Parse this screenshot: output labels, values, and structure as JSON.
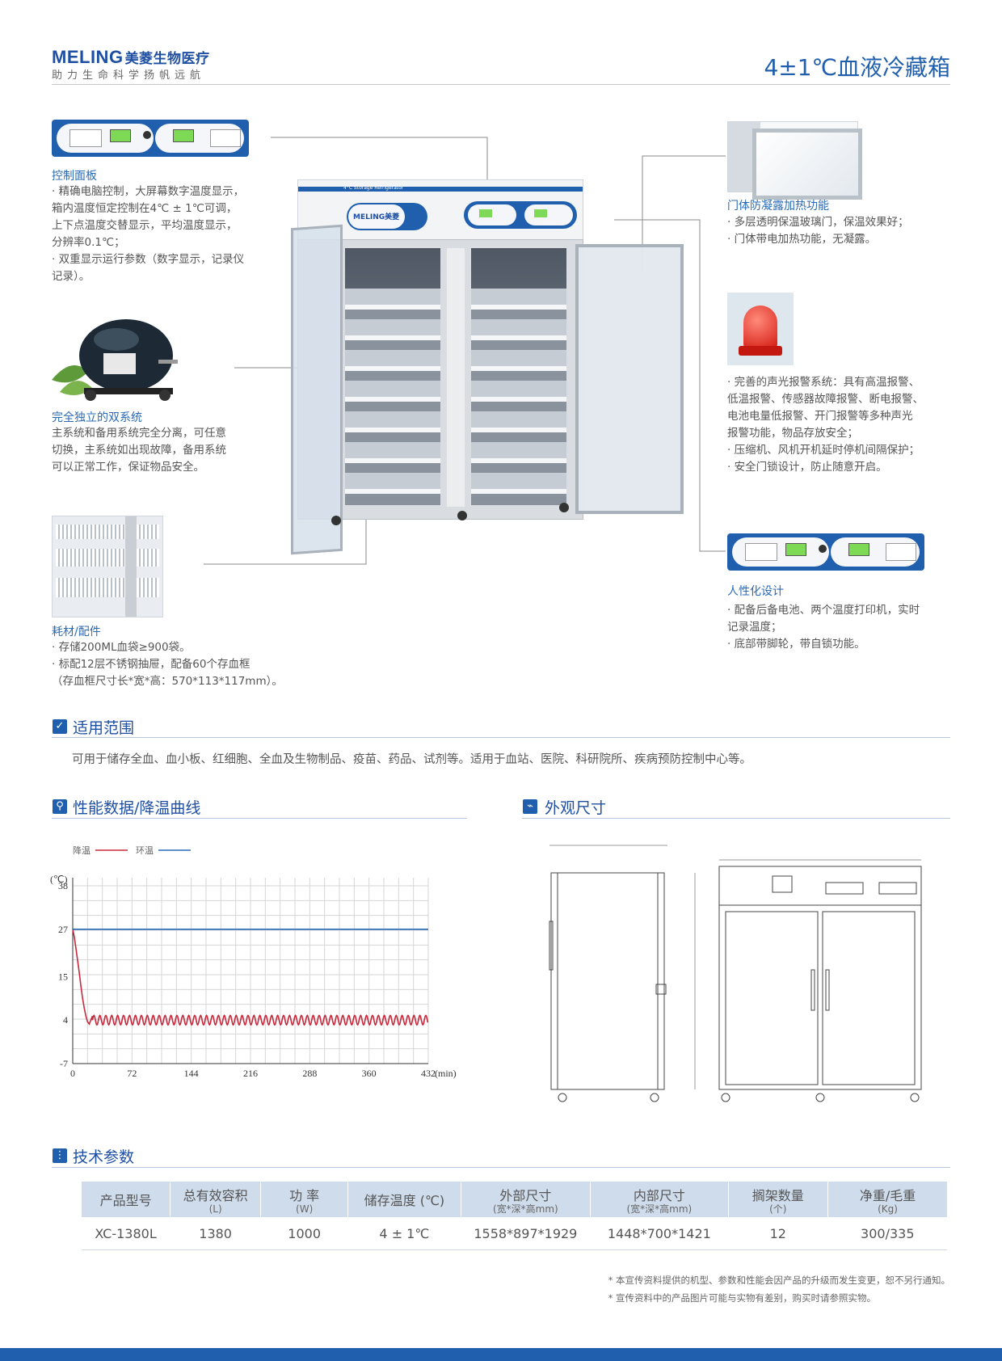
{
  "header": {
    "brand_latin": "MELING",
    "brand_cn": "美菱生物医疗",
    "slogan": "助力生命科学扬帆远航",
    "page_title": "4±1℃血液冷藏箱"
  },
  "product_labels": {
    "fridge_band": "4°C Storage Refrigerator",
    "fridge_logo": "MELING美菱"
  },
  "features": {
    "control_panel": {
      "title": "控制面板",
      "lines": [
        "· 精确电脑控制，大屏幕数字温度显示，",
        "  箱内温度恒定控制在4℃ ± 1℃可调，",
        "  上下点温度交替显示，平均温度显示，",
        "  分辨率0.1℃；",
        "· 双重显示运行参数（数字显示，记录仪",
        "  记录）。"
      ]
    },
    "dual_system": {
      "title": "完全独立的双系统",
      "lines": [
        "主系统和备用系统完全分离，可任意",
        "切换，主系统如出现故障，备用系统",
        "可以正常工作，保证物品安全。"
      ]
    },
    "consumables": {
      "title": "耗材/配件",
      "lines": [
        "· 存储200ML血袋≥900袋。",
        "· 标配12层不锈钢抽屉，配备60个存血框",
        "（存血框尺寸长*宽*高：570*113*117mm）。"
      ]
    },
    "door_heating": {
      "title": "门体防凝露加热功能",
      "lines": [
        "· 多层透明保温玻璃门，保温效果好；",
        "· 门体带电加热功能，无凝露。"
      ]
    },
    "alarm": {
      "lines": [
        "· 完善的声光报警系统：具有高温报警、",
        "  低温报警、传感器故障报警、断电报警、",
        "  电池电量低报警、开门报警等多种声光",
        "  报警功能，物品存放安全；",
        "· 压缩机、风机开机延时停机间隔保护；",
        "· 安全门锁设计，防止随意开启。"
      ]
    },
    "humanized": {
      "title": "人性化设计",
      "lines": [
        "· 配备后备电池、两个温度打印机，实时",
        "  记录温度；",
        "· 底部带脚轮，带自锁功能。"
      ]
    }
  },
  "scope": {
    "title": "适用范围",
    "text": "可用于储存全血、血小板、红细胞、全血及生物制品、疫苗、药品、试剂等。适用于血站、医院、科研院所、疾病预防控制中心等。"
  },
  "performance": {
    "title": "性能数据/降温曲线",
    "legend_cool": "降温",
    "legend_ambient": "环温"
  },
  "dimensions": {
    "title": "外观尺寸"
  },
  "chart_data": {
    "type": "line",
    "ylabel": "(℃)",
    "xunit": "(min)",
    "xlim": [
      0,
      432
    ],
    "ylim": [
      -7,
      38
    ],
    "x_ticks": [
      0,
      72,
      144,
      216,
      288,
      360,
      432
    ],
    "y_ticks": [
      -7,
      4,
      15,
      27,
      38
    ],
    "grid": true,
    "legend_position": "top-left",
    "series": [
      {
        "name": "降温",
        "color": "#c8283c",
        "x": [
          0,
          2,
          4,
          6,
          8,
          10,
          12,
          14,
          16,
          18,
          20,
          22,
          24,
          26,
          30,
          40,
          432
        ],
        "y": [
          27,
          25,
          22,
          19,
          16,
          12.5,
          9.5,
          7,
          5,
          3.6,
          3,
          4,
          5,
          4,
          4,
          4,
          4
        ],
        "oscillation": {
          "from": 24,
          "period": 7.2,
          "amplitude": 1.2
        }
      },
      {
        "name": "环温",
        "color": "#2a6ab5",
        "x": [
          0,
          432
        ],
        "y": [
          27,
          27
        ]
      }
    ]
  },
  "specs": {
    "title": "技术参数",
    "headers": [
      {
        "label": "产品型号",
        "unit": ""
      },
      {
        "label": "总有效容积",
        "unit": "(L)"
      },
      {
        "label": "功 率",
        "unit": "(W)"
      },
      {
        "label": "储存温度 (℃)",
        "unit": ""
      },
      {
        "label": "外部尺寸",
        "unit": "(宽*深*高mm)"
      },
      {
        "label": "内部尺寸",
        "unit": "(宽*深*高mm)"
      },
      {
        "label": "搁架数量",
        "unit": "(个)"
      },
      {
        "label": "净重/毛重",
        "unit": "(Kg)"
      }
    ],
    "row": [
      "XC-1380L",
      "1380",
      "1000",
      "4 ± 1℃",
      "1558*897*1929",
      "1448*700*1421",
      "12",
      "300/335"
    ]
  },
  "notes": [
    "* 本宣传资料提供的机型、参数和性能会因产品的升级而发生变更，恕不另行通知。",
    "* 宣传资料中的产品图片可能与实物有差别，购买时请参照实物。"
  ],
  "colors": {
    "brand_blue": "#1f5fae",
    "cool_line": "#c8283c",
    "ambient_line": "#2a6ab5"
  }
}
